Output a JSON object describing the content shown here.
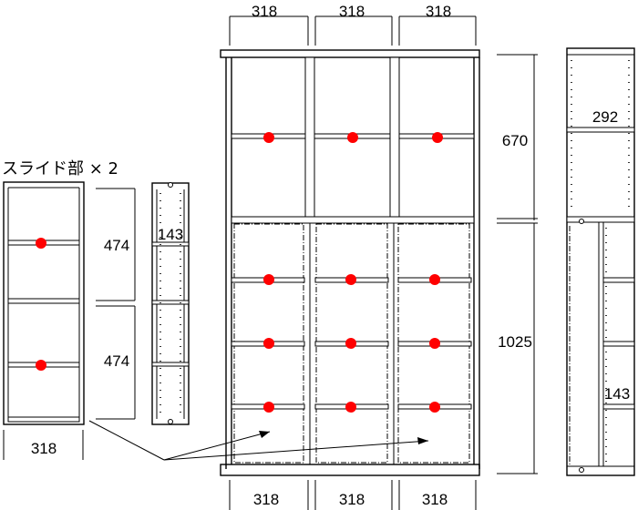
{
  "title": "スライド部 × 2",
  "dimensions": {
    "top_widths": [
      "318",
      "318",
      "318"
    ],
    "bottom_widths": [
      "318",
      "318",
      "318"
    ],
    "upper_height": "670",
    "lower_height": "1025",
    "side_depth": "292",
    "side_inner_depth": "143",
    "slide_height_1": "474",
    "slide_height_2": "474",
    "slide_width": "318",
    "slide_depth": "143"
  },
  "colors": {
    "knob": "#ff0000",
    "line": "#000000"
  }
}
